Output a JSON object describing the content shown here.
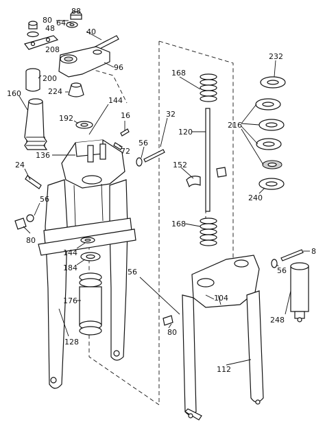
{
  "diagram": {
    "labels": {
      "c88": "88",
      "c80a": "80",
      "c64": "64",
      "c40": "40",
      "c48": "48",
      "c208": "208",
      "c96": "96",
      "c200": "200",
      "c224": "224",
      "c160": "160",
      "c144a": "144",
      "c16": "16",
      "c192": "192",
      "c72": "72",
      "c136": "136",
      "c32": "32",
      "c56a": "56",
      "c24": "24",
      "c56b": "56",
      "c80b": "80",
      "c144b": "144",
      "c184": "184",
      "c176": "176",
      "c128": "128",
      "c168a": "168",
      "c120": "120",
      "c152": "152",
      "c168b": "168",
      "c232": "232",
      "c216": "216",
      "c240": "240",
      "c8": "8",
      "c56c": "56",
      "c56d": "56",
      "c104": "104",
      "c248": "248",
      "c80c": "80",
      "c112": "112"
    }
  }
}
